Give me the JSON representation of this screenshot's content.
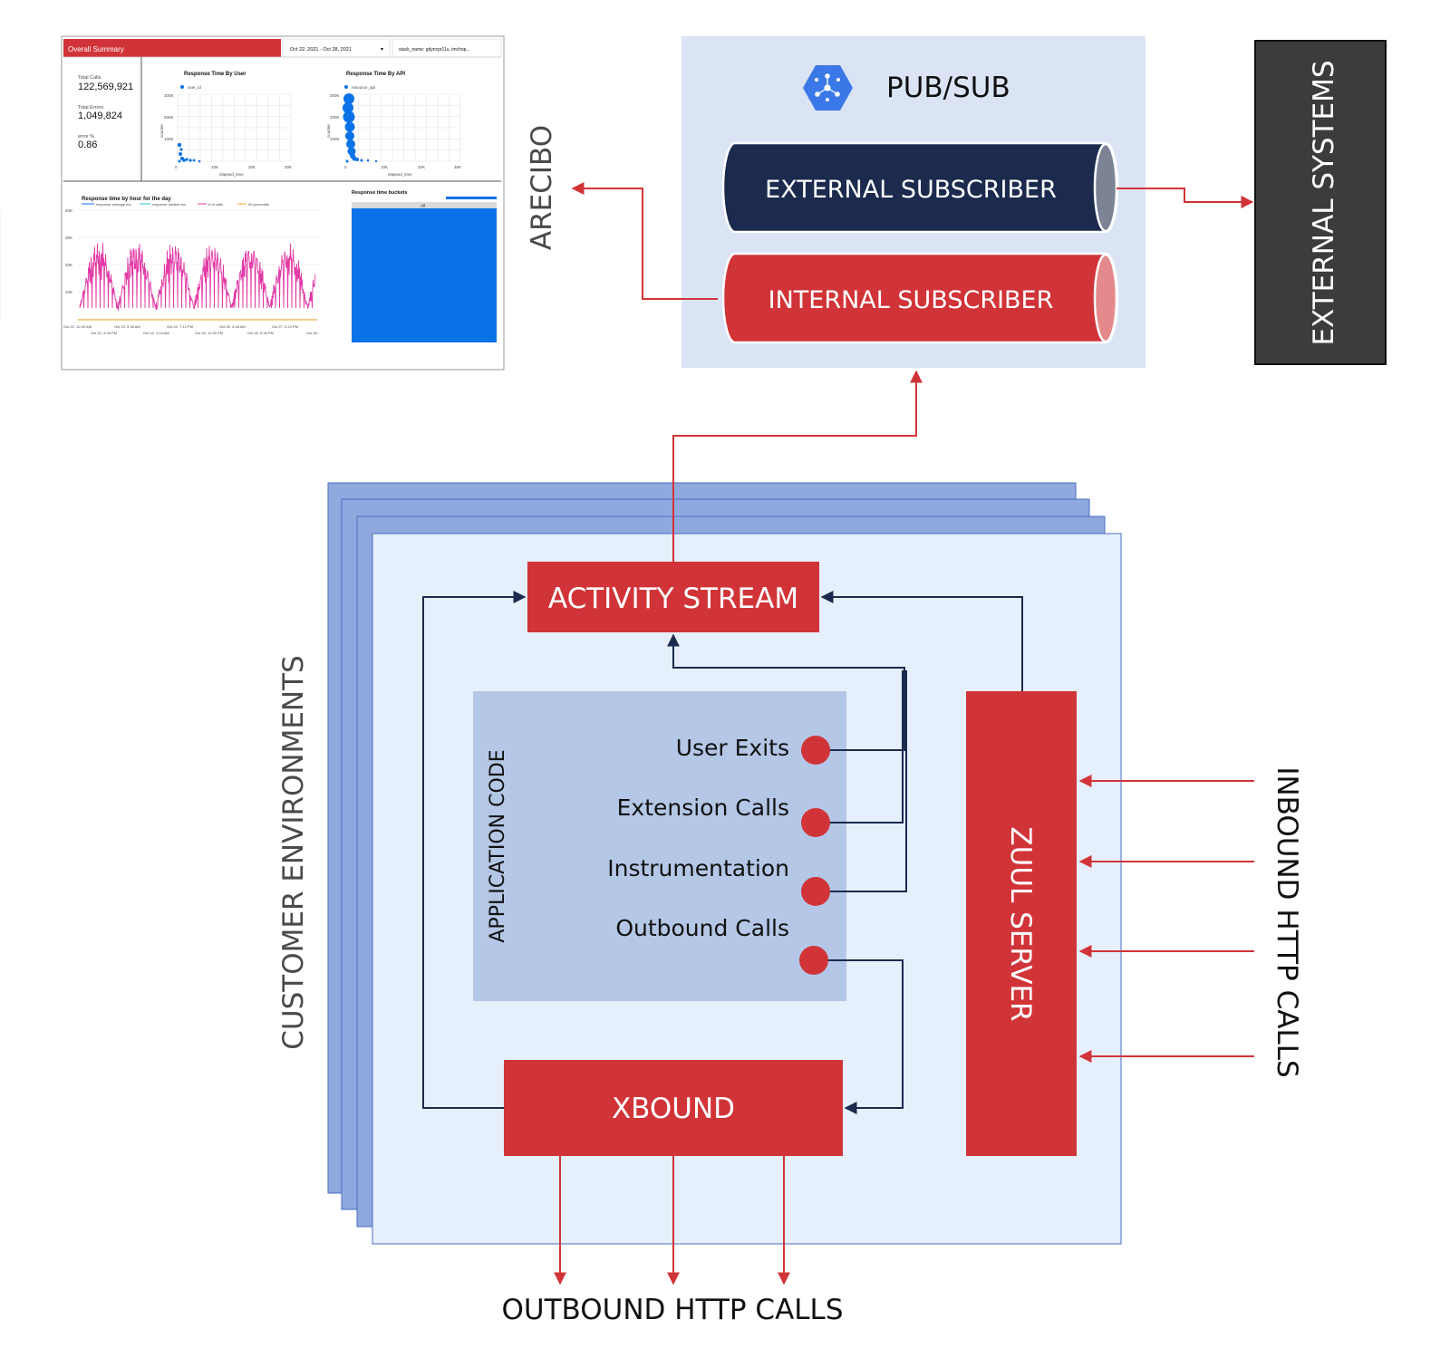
{
  "labels": {
    "pubsub": "PUB/SUB",
    "external_subscriber": "EXTERNAL SUBSCRIBER",
    "internal_subscriber": "INTERNAL SUBSCRIBER",
    "external_systems": "EXTERNAL SYSTEMS",
    "arecibo": "ARECIBO",
    "customer_environments": "CUSTOMER ENVIRONMENTS",
    "activity_stream": "ACTIVITY STREAM",
    "application_code": "APPLICATION CODE",
    "user_exits": "User Exits",
    "extension_calls": "Extension Calls",
    "instrumentation": "Instrumentation",
    "outbound_calls": "Outbound Calls",
    "xbound": "XBOUND",
    "zuul_server": "ZUUL SERVER",
    "inbound_http_calls": "INBOUND HTTP CALLS",
    "outbound_http_calls": "OUTBOUND HTTP CALLS"
  },
  "dashboard": {
    "title": "Overall Summary",
    "date_range": "Oct 22, 2021 - Oct 28, 2021",
    "filter": "stack_name: gdyncpr11u, imchop...",
    "stats": [
      {
        "label": "Total Calls",
        "value": "122,569,921"
      },
      {
        "label": "Total Errors",
        "value": "1,049,824"
      },
      {
        "label": "error %",
        "value": "0.86"
      }
    ],
    "chart1_title": "Response Time By User",
    "chart1_legend": "user_id",
    "chart1_xlabel": "elapsed_time",
    "chart1_ylabel": "counter",
    "chart1_xticks": [
      "0",
      "10K",
      "20K",
      "30K"
    ],
    "chart1_yticks": [
      "300K",
      "200K",
      "100K"
    ],
    "chart2_title": "Response Time By API",
    "chart2_legend": "resource_api",
    "chart2_xlabel": "elapsed_time",
    "chart2_ylabel": "counter",
    "chart2_xticks": [
      "0",
      "10K",
      "20K",
      "30K"
    ],
    "chart2_yticks": [
      "300K",
      "200K",
      "100K"
    ],
    "chart3_title": "Response time by hour for the day",
    "chart3_legend": [
      "response average ms",
      "response median ms",
      "# of calls",
      "90 percentile"
    ],
    "chart3_yticks": [
      "40K",
      "30K",
      "20K",
      "10K"
    ],
    "chart3_xticks_top": [
      "Oct 22, 12:00 AM",
      "Oct 23, 9:36 AM",
      "Oct 24, 7:12 PM",
      "Oct 26, 4:48 AM",
      "Oct 27, 2:24 PM"
    ],
    "chart3_xticks_bottom": [
      "Oct 22, 4:48 PM",
      "Oct 24, 2:24 AM",
      "Oct 25, 12:00 PM",
      "Oct 26, 9:36 PM",
      "Oct 28..."
    ],
    "chart4_title": "Response time buckets",
    "chart4_header": "All"
  },
  "colors": {
    "red": "#d13438",
    "navy": "#1b2a4d",
    "pubsub_bg": "#dae4f4",
    "env_front": "#e6effc",
    "env_back": "#8fa9de",
    "app_code": "#b4c7e6",
    "dark_box": "#3c3c3c",
    "dash_blue": "#0b72e7",
    "pink": "#e23aa6"
  }
}
